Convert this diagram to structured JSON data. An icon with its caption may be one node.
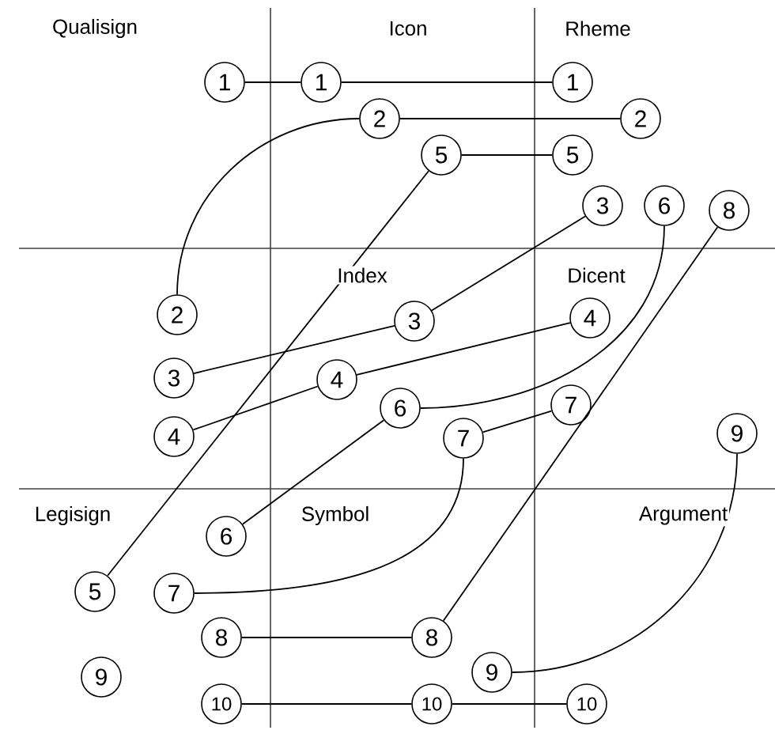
{
  "diagram": {
    "nodes": [
      {
        "text": [
          "1"
        ]
      },
      {
        "text": [
          "1"
        ]
      },
      {
        "text": [
          "1"
        ]
      },
      {
        "text": [
          "2"
        ]
      },
      {
        "text": [
          "2"
        ]
      },
      {
        "text": [
          "5"
        ]
      },
      {
        "text": [
          "5"
        ]
      },
      {
        "text": [
          "3"
        ]
      },
      {
        "text": [
          "6"
        ]
      },
      {
        "text": [
          "8"
        ]
      },
      {
        "text": [
          "2"
        ]
      },
      {
        "text": [
          "4"
        ]
      },
      {
        "text": [
          "3"
        ]
      },
      {
        "text": [
          "3"
        ]
      },
      {
        "text": [
          "4"
        ]
      },
      {
        "text": [
          "7"
        ]
      },
      {
        "text": [
          "6"
        ]
      },
      {
        "text": [
          "9"
        ]
      },
      {
        "text": [
          "4"
        ]
      },
      {
        "text": [
          "7"
        ]
      },
      {
        "text": [
          "6"
        ]
      },
      {
        "text": [
          "5"
        ]
      },
      {
        "text": [
          "7"
        ]
      },
      {
        "text": [
          "8"
        ]
      },
      {
        "text": [
          "8"
        ]
      },
      {
        "text": [
          "9"
        ]
      },
      {
        "text": [
          "9"
        ]
      },
      {
        "text": [
          "10"
        ]
      },
      {
        "text": [
          "10"
        ]
      },
      {
        "text": [
          "10"
        ]
      }
    ],
    "edges": [
      {
        "from": 0,
        "to": 1,
        "arrow": "none"
      },
      {
        "from": 1,
        "to": 2,
        "arrow": "none"
      },
      {
        "from": 3,
        "to": 4,
        "arrow": "none"
      },
      {
        "from": 3,
        "to": 10,
        "arrow": "none"
      },
      {
        "from": 5,
        "to": 6,
        "arrow": "none"
      },
      {
        "from": 5,
        "to": 21,
        "arrow": "none"
      },
      {
        "from": 7,
        "to": 12,
        "arrow": "none"
      },
      {
        "from": 12,
        "to": 13,
        "arrow": "none"
      },
      {
        "from": 11,
        "to": 14,
        "arrow": "none"
      },
      {
        "from": 14,
        "to": 18,
        "arrow": "none"
      },
      {
        "from": 8,
        "to": 16,
        "arrow": "none"
      },
      {
        "from": 16,
        "to": 20,
        "arrow": "none"
      },
      {
        "from": 9,
        "to": 24,
        "arrow": "none"
      },
      {
        "from": 24,
        "to": 23,
        "arrow": "none"
      },
      {
        "from": 15,
        "to": 19,
        "arrow": "none"
      },
      {
        "from": 19,
        "to": 22,
        "arrow": "none"
      },
      {
        "from": 17,
        "to": 25,
        "arrow": "none"
      },
      {
        "from": 27,
        "to": 28,
        "arrow": "none"
      },
      {
        "from": 28,
        "to": 29,
        "arrow": "none"
      }
    ],
    "labels": [
      "Qualisign",
      "Icon",
      "Rheme",
      "Index",
      "Dicent",
      "Legisign",
      "Symbol",
      "Argument"
    ]
  }
}
